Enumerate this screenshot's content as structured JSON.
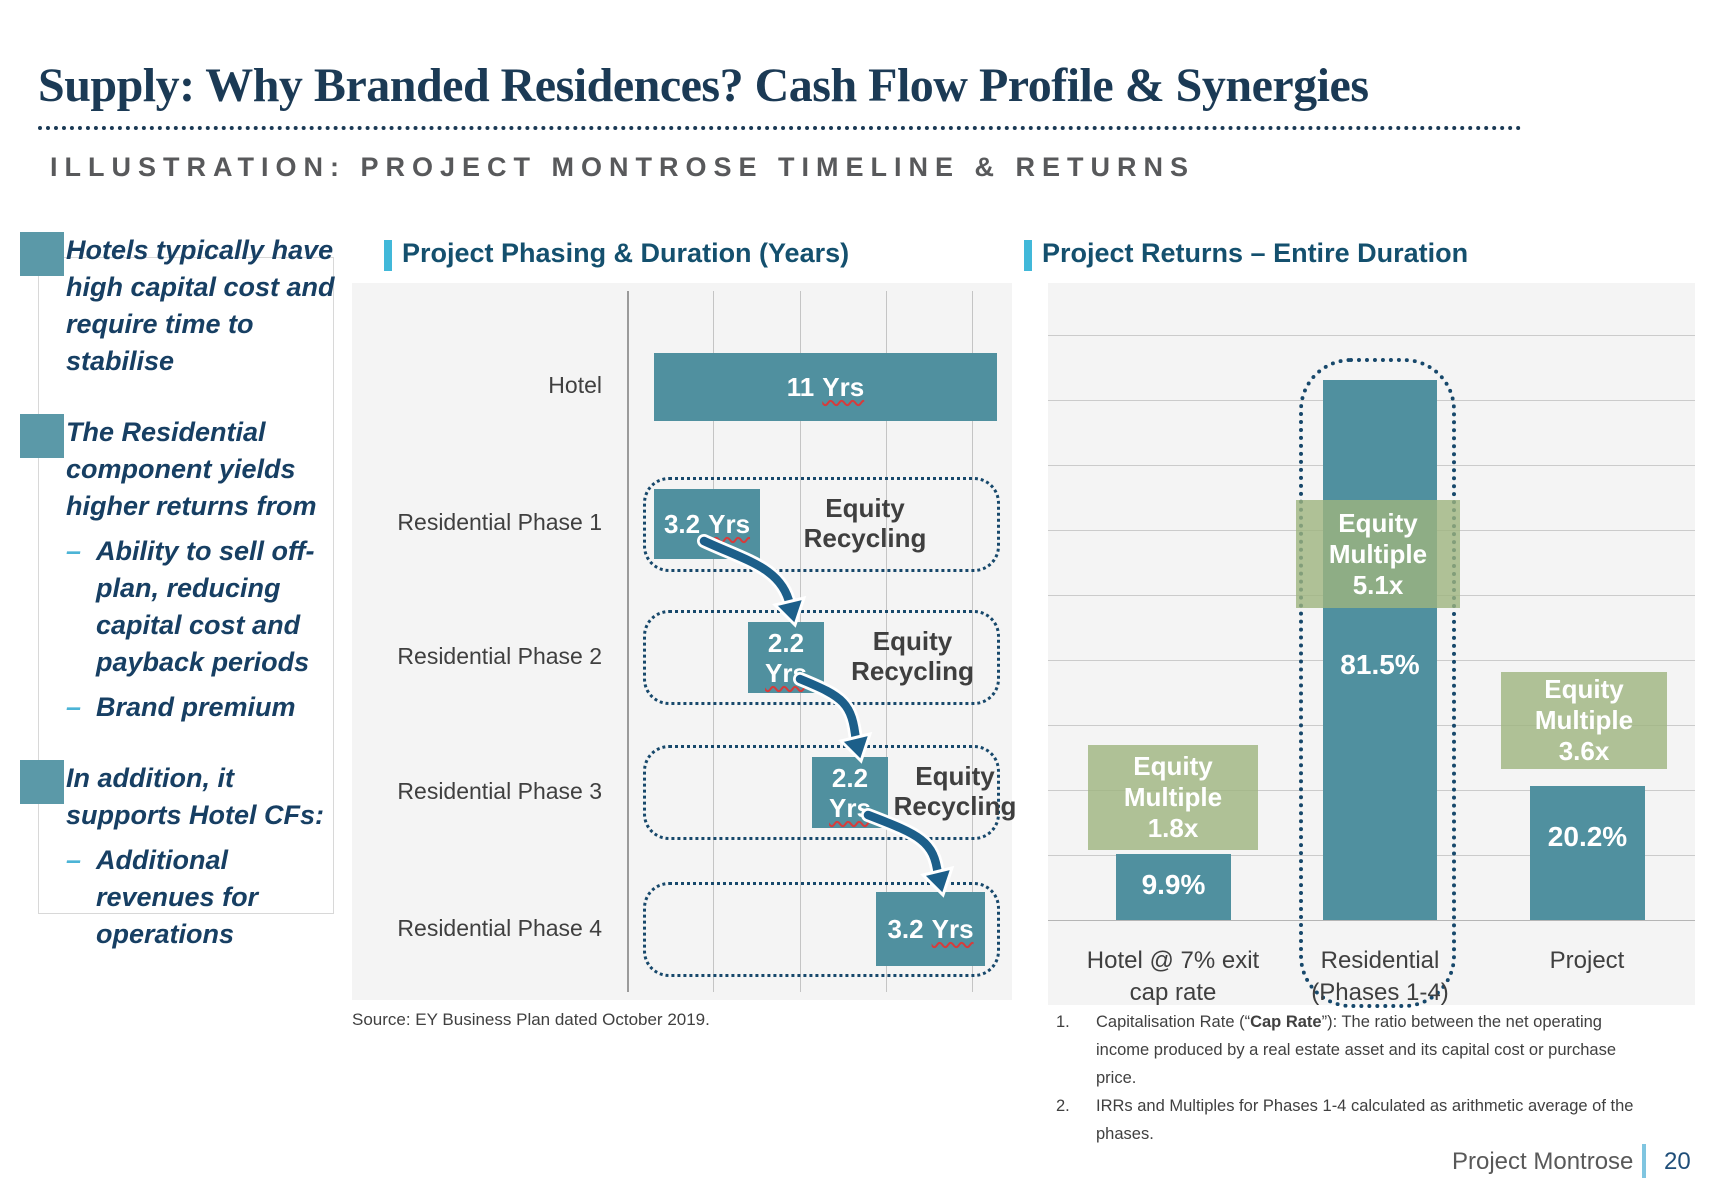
{
  "header": {
    "title": "Supply: Why Branded Residences? Cash Flow Profile & Synergies",
    "eyebrow": "ILLUSTRATION: PROJECT MONTROSE TIMELINE & RETURNS"
  },
  "sidebar": {
    "items": [
      {
        "level": 1,
        "text": "Hotels typically have high capital cost and require time to stabilise"
      },
      {
        "level": 1,
        "text": "The Residential component yields higher returns from"
      },
      {
        "level": 2,
        "dash": "–",
        "text": "Ability to sell off-plan, reducing capital cost and payback periods"
      },
      {
        "level": 2,
        "dash": "–",
        "text": "Brand premium"
      },
      {
        "level": 1,
        "text": "In addition, it supports Hotel CFs:"
      },
      {
        "level": 2,
        "dash": "–",
        "text": "Additional revenues for operations"
      }
    ]
  },
  "gantt": {
    "title": "Project Phasing & Duration (Years)",
    "source": "Source: EY Business Plan dated October 2019.",
    "rows": [
      {
        "label": "Hotel",
        "bar": {
          "value": "11",
          "unit": "Yrs"
        }
      },
      {
        "label": "Residential Phase 1",
        "bar": {
          "value": "3.2",
          "unit": "Yrs"
        },
        "note1": "Equity",
        "note2": "Recycling"
      },
      {
        "label": "Residential Phase 2",
        "bar": {
          "value": "2.2",
          "unit": "Yrs"
        },
        "note1": "Equity",
        "note2": "Recycling"
      },
      {
        "label": "Residential Phase 3",
        "bar": {
          "value": "2.2",
          "unit": "Yrs"
        },
        "note1": "Equity",
        "note2": "Recycling"
      },
      {
        "label": "Residential Phase 4",
        "bar": {
          "value": "3.2",
          "unit": "Yrs"
        }
      }
    ]
  },
  "returns": {
    "title": "Project Returns – Entire Duration",
    "bars": [
      {
        "value_label": "9.9%",
        "cat1": "Hotel @ 7% exit",
        "cat2": "cap rate",
        "m1": "Equity",
        "m2": "Multiple",
        "m3": "1.8x"
      },
      {
        "value_label": "81.5%",
        "cat1": "Residential",
        "cat2": "(Phases 1-4)",
        "m1": "Equity",
        "m2": "Multiple",
        "m3": "5.1x"
      },
      {
        "value_label": "20.2%",
        "cat1": "Project",
        "cat2": "",
        "m1": "Equity",
        "m2": "Multiple",
        "m3": "3.6x"
      }
    ]
  },
  "footnotes": {
    "n1": {
      "num": "1.",
      "l1_pre": "Capitalisation Rate (“",
      "l1_bold": "Cap Rate",
      "l1_post": "”): The ratio between the net operating",
      "l2": "income produced by a real estate asset and its capital cost or purchase",
      "l3": "price."
    },
    "n2": {
      "num": "2.",
      "l1": "IRRs and Multiples for Phases 1-4 calculated as arithmetic average of the",
      "l2": "phases."
    }
  },
  "footer": {
    "label": "Project Montrose",
    "page": "20"
  },
  "colors": {
    "teal_bar": "#50909f",
    "teal_bullet": "#5b99a8",
    "navy_text": "#173f63",
    "navy_title": "#1b3a55",
    "section_title": "#14506e",
    "accent_blue": "#41b8d9",
    "green_badge": "#9eb47e",
    "arrow_blue": "#1c5f8a",
    "dotted_border": "#17486b",
    "page_number": "#1f4e79",
    "squiggle_red": "#d53c3c"
  },
  "chart_data": [
    {
      "type": "bar",
      "subtype": "gantt",
      "title": "Project Phasing & Duration (Years)",
      "categories": [
        "Hotel",
        "Residential Phase 1",
        "Residential Phase 2",
        "Residential Phase 3",
        "Residential Phase 4"
      ],
      "series": [
        {
          "name": "Duration (Years)",
          "start": [
            0.9,
            0.9,
            3.9,
            6.0,
            8.1
          ],
          "duration": [
            11,
            3.2,
            2.2,
            2.2,
            3.2
          ]
        }
      ],
      "bar_labels": [
        "11 Yrs",
        "3.2 Yrs",
        "2.2 Yrs",
        "2.2 Yrs",
        "3.2 Yrs"
      ],
      "annotations": [
        "Equity Recycling after Phase 1",
        "Equity Recycling after Phase 2",
        "Equity Recycling after Phase 3"
      ],
      "xlim": [
        0,
        12.5
      ],
      "grid": "vertical",
      "source": "Source: EY Business Plan dated October 2019."
    },
    {
      "type": "bar",
      "title": "Project Returns – Entire Duration",
      "categories": [
        "Hotel @ 7% exit cap rate",
        "Residential (Phases 1-4)",
        "Project"
      ],
      "values": [
        9.9,
        81.5,
        20.2
      ],
      "value_labels": [
        "9.9%",
        "81.5%",
        "20.2%"
      ],
      "equity_multiples": [
        "1.8x",
        "5.1x",
        "3.6x"
      ],
      "highlighted_category": "Residential (Phases 1-4)",
      "ylim": [
        0,
        90
      ],
      "grid": "horizontal"
    }
  ]
}
